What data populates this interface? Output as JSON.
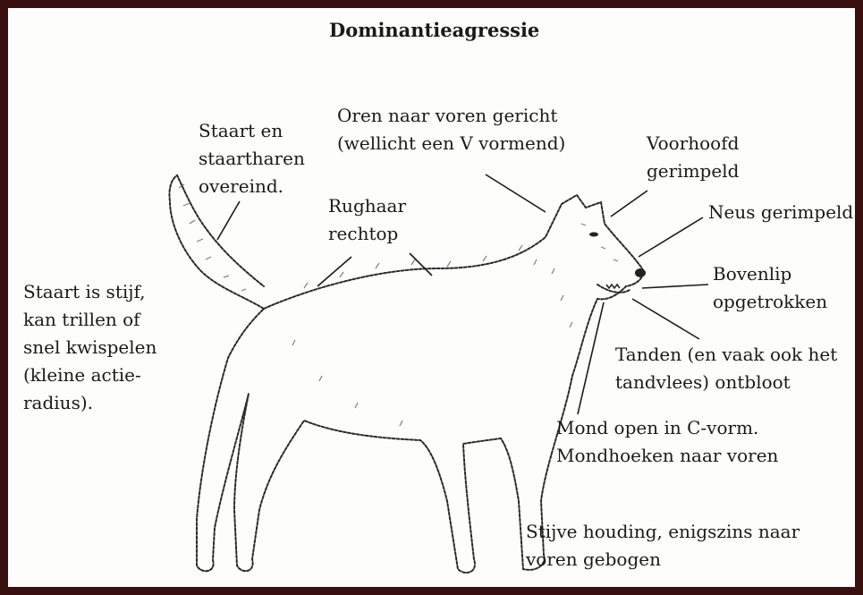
{
  "title": "Dominantieagressie",
  "labels": {
    "tail_hair": "Staart en\nstaartharen\novereind.",
    "ears": "Oren naar voren gericht\n(wellicht een V vormend)",
    "forehead": "Voorhoofd\ngerimpeld",
    "back_hair": "Rughaar\nrechtop",
    "nose": "Neus gerimpeld",
    "tail_stiff": "Staart is stijf,\nkan trillen of\nsnel kwispelen\n(kleine actie-\nradius).",
    "upper_lip": "Bovenlip\nopgetrokken",
    "teeth": "Tanden (en vaak ook het\ntandvlees) ontbloot",
    "mouth": "Mond open in C-vorm.\nMondhoeken naar voren",
    "posture": "Stijve houding, enigszins naar\nvoren gebogen"
  },
  "colors": {
    "frame": "#3a0f0f",
    "ink": "#1a1a1a"
  }
}
